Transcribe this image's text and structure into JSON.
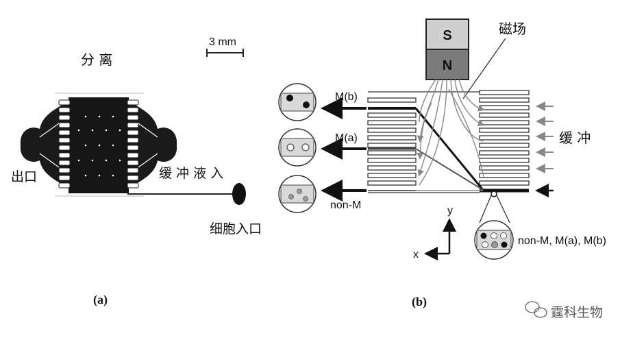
{
  "panel_a": {
    "label": "(a)",
    "title": "分  离",
    "scale_bar": "3 mm",
    "outlet": "出口",
    "buffer_inlet": "缓 冲 液 入",
    "cell_inlet": "细胞入口"
  },
  "panel_b": {
    "label": "(b)",
    "magnet_s": "S",
    "magnet_n": "N",
    "magnetic_field": "磁场",
    "buffer": "缓  冲",
    "outputs": [
      "M(b)",
      "M(a)",
      "non-M"
    ],
    "input_mix": "non-M, M(a), M(b)",
    "axis_x": "x",
    "axis_y": "y"
  },
  "watermark": "霆科生物"
}
